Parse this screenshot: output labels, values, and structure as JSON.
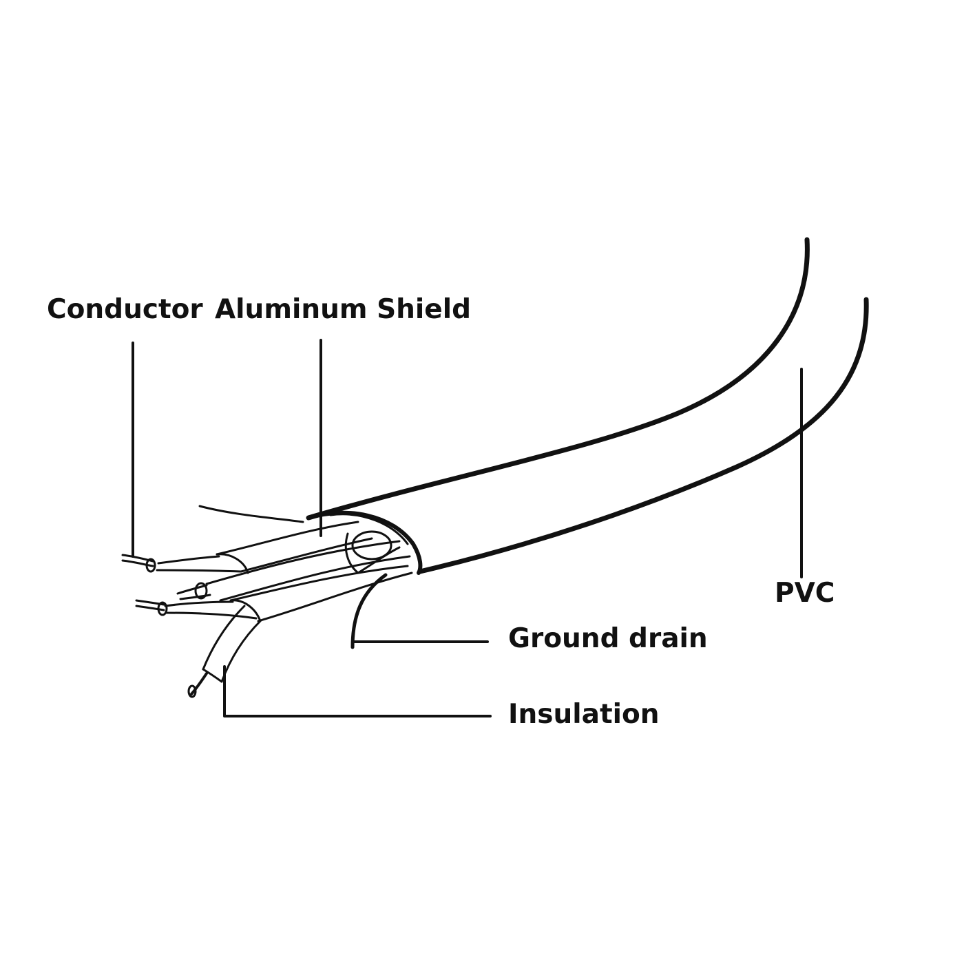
{
  "labels": {
    "conductor": "Conductor",
    "aluminum_shield": "Aluminum Shield",
    "pvc": "PVC",
    "ground_drain": "Ground drain",
    "insulation": "Insulation"
  },
  "colors": {
    "ink": "#111111",
    "background": "#ffffff"
  }
}
